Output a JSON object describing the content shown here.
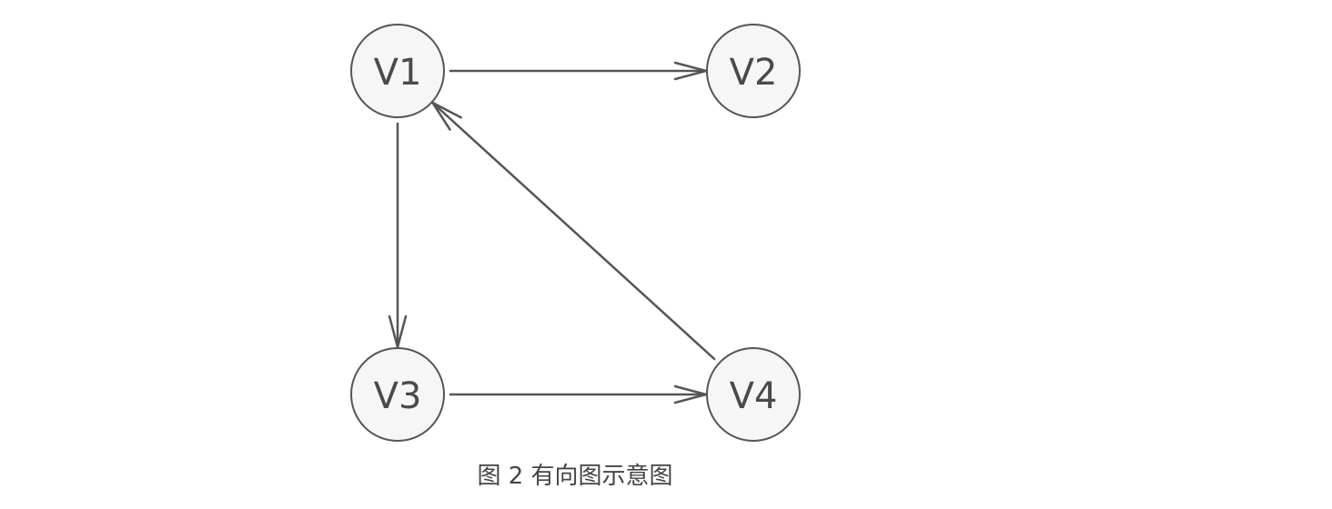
{
  "nodes": [
    {
      "id": "V1",
      "label": "V1"
    },
    {
      "id": "V2",
      "label": "V2"
    },
    {
      "id": "V3",
      "label": "V3"
    },
    {
      "id": "V4",
      "label": "V4"
    }
  ],
  "edges": [
    {
      "from": "V1",
      "to": "V2"
    },
    {
      "from": "V1",
      "to": "V3"
    },
    {
      "from": "V3",
      "to": "V4"
    },
    {
      "from": "V4",
      "to": "V1"
    }
  ],
  "caption": "图 2 有向图示意图",
  "colors": {
    "stroke": "#555555",
    "node_fill": "#f6f6f6",
    "text": "#4a4a4a"
  }
}
